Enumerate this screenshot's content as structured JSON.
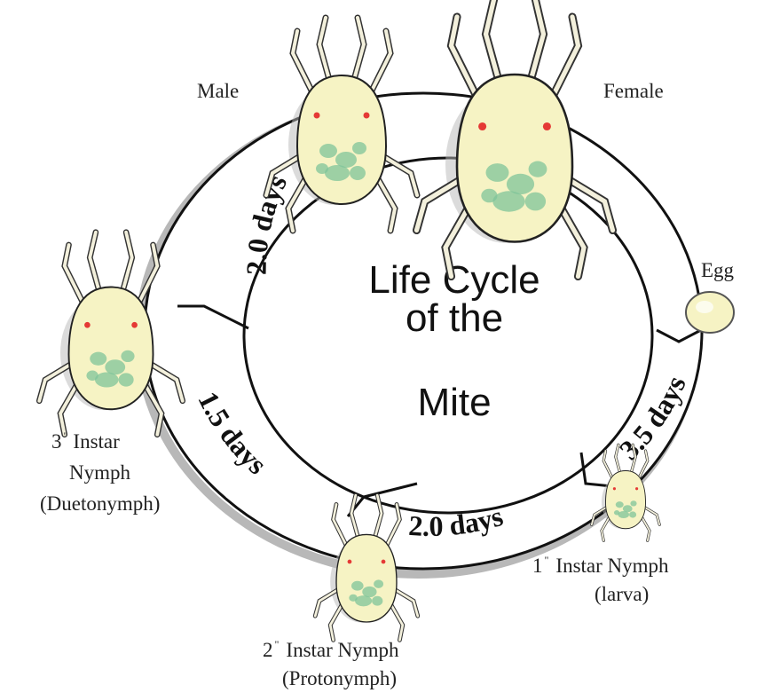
{
  "center_title": {
    "line1": "Life Cycle",
    "line2": "of the",
    "line3": "Mite"
  },
  "stages": {
    "male": "Male",
    "female": "Female",
    "egg": "Egg",
    "first": {
      "num": "1",
      "sup": "\"",
      "line1": "Instar Nymph",
      "line2": "(larva)"
    },
    "second": {
      "num": "2",
      "sup": "\"",
      "line1": "Instar Nymph",
      "line2": "(Protonymph)"
    },
    "third": {
      "num": "3",
      "sup": "\"",
      "line1": "Instar",
      "line2": "Nymph",
      "line3": "(Duetonymph)"
    }
  },
  "durations": {
    "male_to_third": "2.0 days",
    "third_to_second": "1.5 days",
    "second_to_first": "2.0 days",
    "first_to_egg": "3.5 days"
  },
  "colors": {
    "mite_body": "#f6f3c4",
    "mite_spots": "#7fc49a",
    "eye": "#e53935",
    "ring_stroke": "#111111",
    "shadow": "#b8b8b8"
  }
}
